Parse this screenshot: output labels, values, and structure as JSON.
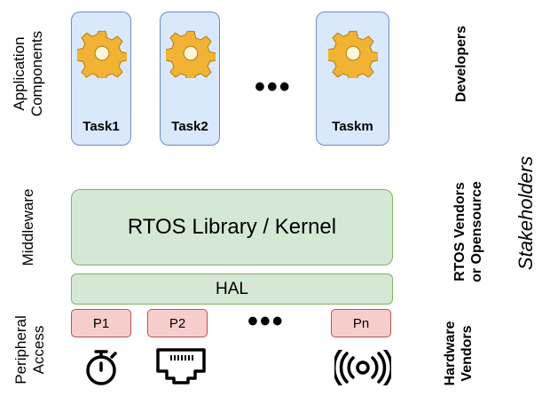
{
  "layers": {
    "application": "Application\nComponents",
    "middleware": "Middleware",
    "peripheral": "Peripheral\nAccess"
  },
  "tasks": [
    "Task1",
    "Task2",
    "Taskm"
  ],
  "ellipsis": "•••",
  "kernel_label": "RTOS Library / Kernel",
  "hal_label": "HAL",
  "peripherals": [
    "P1",
    "P2",
    "Pn"
  ],
  "icons": [
    "stopwatch-icon",
    "ethernet-port-icon",
    "wireless-signal-icon"
  ],
  "stakeholders": {
    "developers": "Developers",
    "rtos_vendors": "RTOS Vendors\nor Opensource",
    "hardware_vendors": "Hardware\nVendors",
    "title": "Stakeholders"
  },
  "colors": {
    "task_fill": "#dae8fc",
    "task_stroke": "#6c8ebf",
    "middleware_fill": "#d5e8d4",
    "middleware_stroke": "#82b366",
    "peripheral_fill": "#f8cecc",
    "peripheral_stroke": "#b85450",
    "gear": "#f2b233"
  }
}
